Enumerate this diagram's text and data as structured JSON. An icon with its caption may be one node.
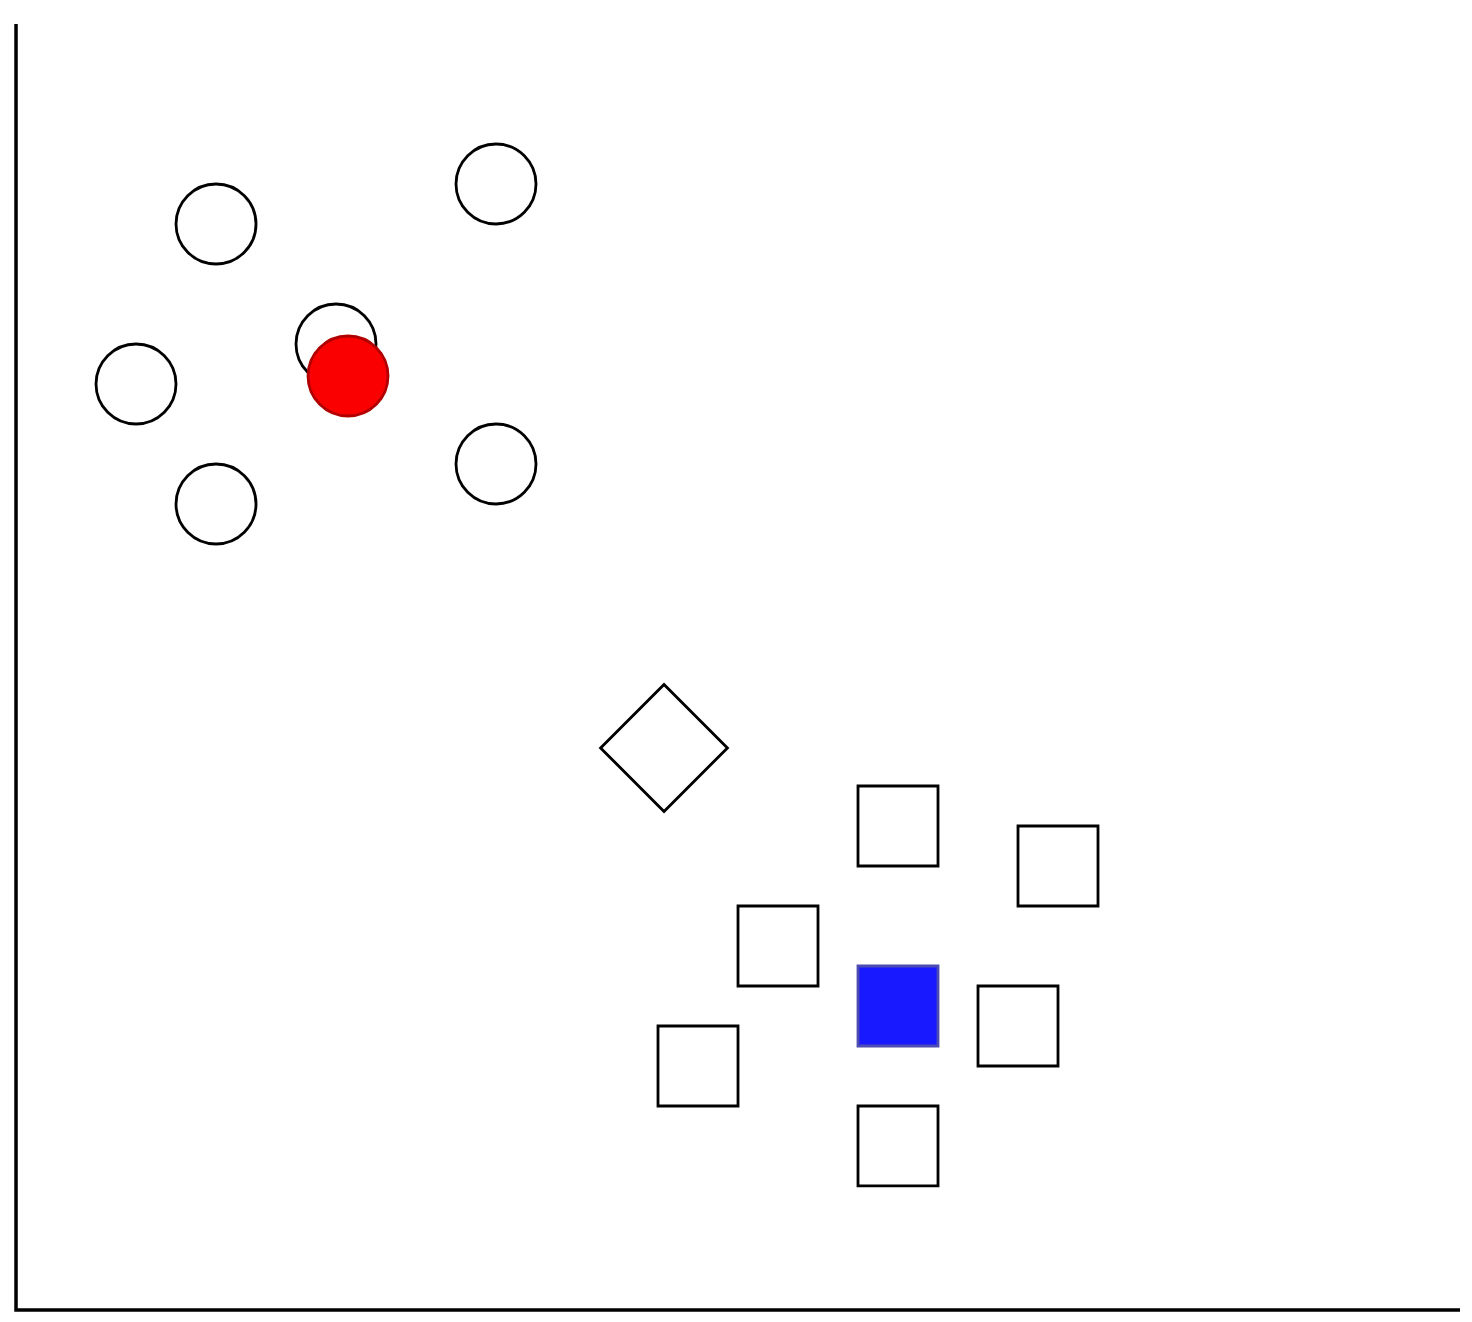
{
  "diagram": {
    "nodes": [
      {
        "text": [],
        "shape": "circle"
      },
      {
        "text": [],
        "shape": "circle"
      },
      {
        "text": [],
        "shape": "circle"
      },
      {
        "text": [],
        "shape": "circle"
      },
      {
        "text": [],
        "shape": "circle"
      },
      {
        "text": [],
        "shape": "circle"
      },
      {
        "text": [],
        "shape": "circle"
      },
      {
        "text": [],
        "shape": "diamond"
      },
      {
        "text": [],
        "shape": "box"
      },
      {
        "text": [],
        "shape": "box"
      },
      {
        "text": [],
        "shape": "box"
      },
      {
        "text": [],
        "shape": "box"
      },
      {
        "text": [],
        "shape": "box"
      },
      {
        "text": [],
        "shape": "box"
      },
      {
        "text": [],
        "shape": "box"
      }
    ]
  }
}
